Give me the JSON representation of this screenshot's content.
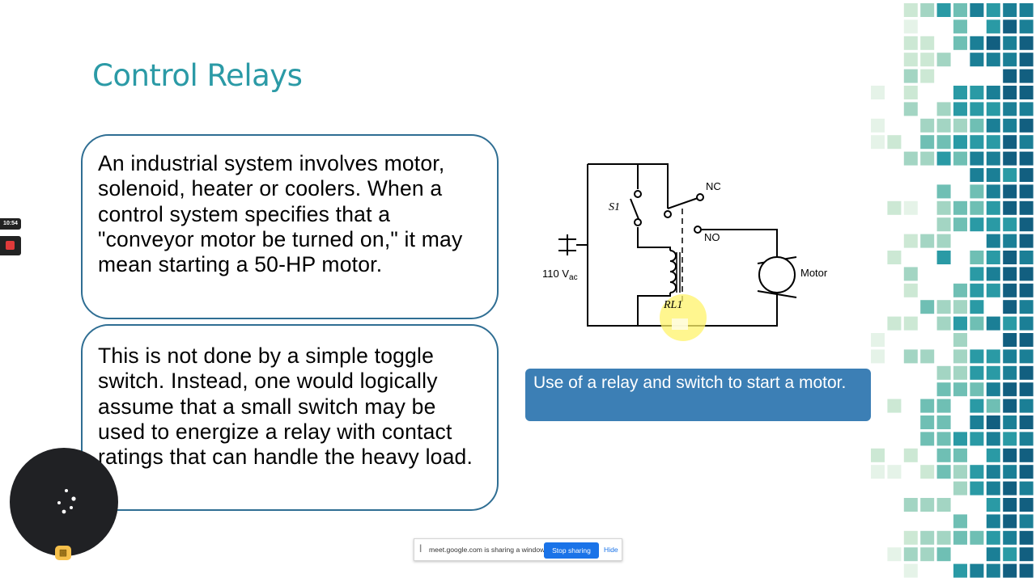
{
  "slide": {
    "title": "Control Relays",
    "box1_text": "An industrial system involves motor, solenoid, heater or coolers. When a control system specifies that a \"conveyor motor be turned on,\" it may mean starting a 50-HP motor.",
    "box2_text": "This is not done by a simple toggle switch. Instead, one would logically assume that a small switch may be used to energize a relay with contact ratings that can handle the heavy load.",
    "caption": "Use of a relay and switch to start a motor."
  },
  "diagram": {
    "label_switch": "S1",
    "label_nc": "NC",
    "label_no": "NO",
    "label_source": "110 V",
    "label_source_sub": "ac",
    "label_motor": "Motor",
    "label_relay": "RL1"
  },
  "overlay": {
    "timer": "10:54",
    "share_message": "meet.google.com is sharing a window.",
    "stop_sharing": "Stop sharing",
    "hide": "Hide"
  },
  "colors": {
    "title": "#2b9aa6",
    "box_border": "#2f6e93",
    "caption_bg": "#3c7fb5",
    "mosaic": [
      "#e5f3e8",
      "#cce8d4",
      "#a3d5c3",
      "#6fbfb4",
      "#2a9aa5",
      "#1b7f96",
      "#125f80"
    ]
  }
}
